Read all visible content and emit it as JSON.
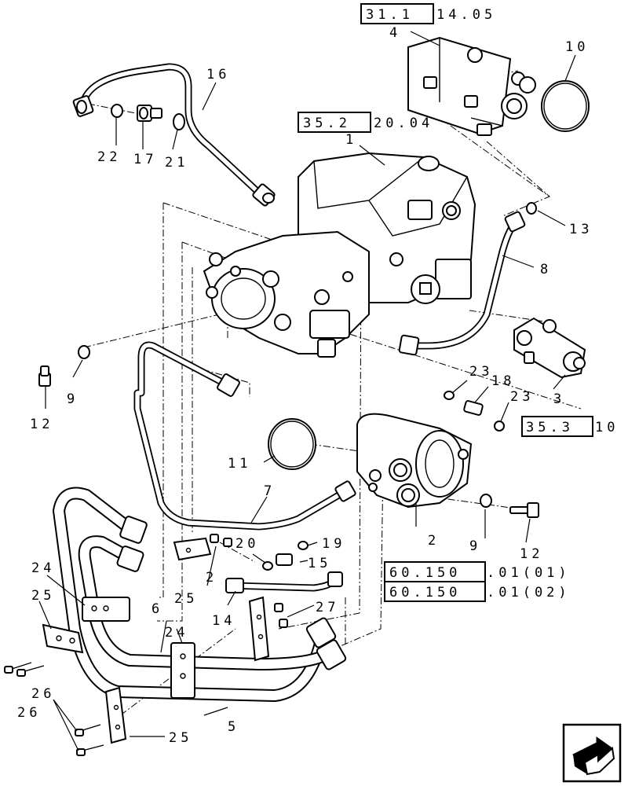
{
  "references": {
    "ref_valve": {
      "boxed": "31.1",
      "rest": "14.05"
    },
    "ref_pump": {
      "boxed": "35.2",
      "rest": "20.04"
    },
    "ref_valve_side": {
      "boxed": "35.3",
      "rest": "10"
    },
    "ref_motor_1": {
      "boxed": "60.150",
      "rest": ".01(01)"
    },
    "ref_motor_2": {
      "boxed": "60.150",
      "rest": ".01(02)"
    }
  },
  "labels": {
    "p1": "1",
    "p2": "2",
    "p3": "3",
    "p4": "4",
    "p5": "5",
    "p6": "6",
    "p7": "7",
    "p8": "8",
    "p9a": "9",
    "p9b": "9",
    "p10": "10",
    "p11": "11",
    "p12a": "12",
    "p12b": "12",
    "p13": "13",
    "p14": "14",
    "p15": "15",
    "p16": "16",
    "p17": "17",
    "p18": "18",
    "p19": "19",
    "p20": "20",
    "p21": "21",
    "p22": "22",
    "p23a": "23",
    "p23b": "23",
    "p24a": "24",
    "p24b": "24",
    "p25a": "25",
    "p25b": "25",
    "p25c": "25",
    "p26a": "26",
    "p26b": "26",
    "p27": "27",
    "p2b": "2"
  },
  "nav": {
    "icon": "next-page-arrow-icon"
  }
}
